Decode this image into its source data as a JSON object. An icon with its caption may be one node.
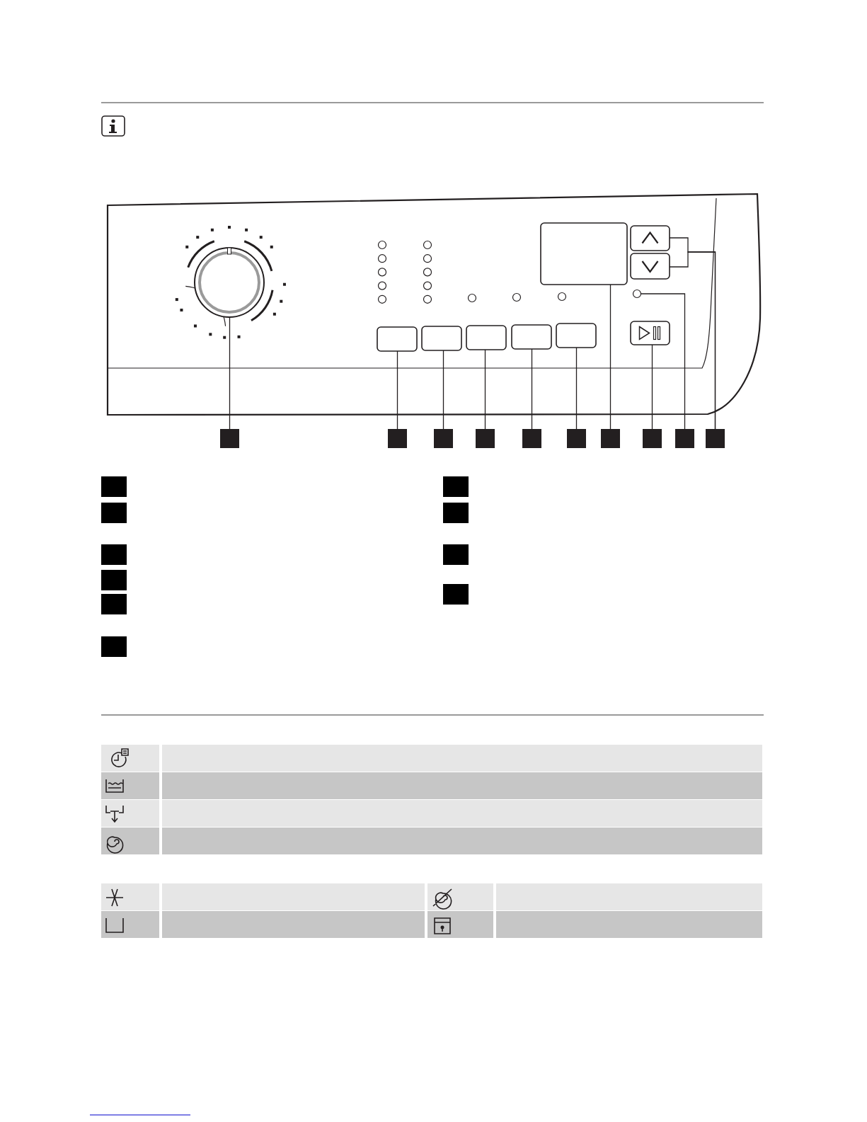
{
  "diagram": {
    "nodes": [
      {
        "text": [],
        "shape": "box"
      },
      {
        "text": [],
        "shape": "box"
      },
      {
        "text": [],
        "shape": "box"
      },
      {
        "text": [],
        "shape": "box"
      },
      {
        "text": [],
        "shape": "box"
      },
      {
        "text": [],
        "shape": "box"
      },
      {
        "text": [],
        "shape": "box"
      },
      {
        "text": [],
        "shape": "box"
      },
      {
        "text": [],
        "shape": "box"
      },
      {
        "text": [],
        "shape": "box"
      },
      {
        "text": [],
        "shape": "circle"
      },
      {
        "text": [],
        "shape": "box"
      },
      {
        "text": [],
        "shape": "box"
      },
      {
        "text": [],
        "shape": "box"
      },
      {
        "text": [],
        "shape": "box"
      },
      {
        "text": [],
        "shape": "box"
      },
      {
        "text": [],
        "shape": "box"
      },
      {
        "text": [],
        "shape": "box"
      },
      {
        "text": [],
        "shape": "circle"
      },
      {
        "text": [],
        "shape": "box"
      },
      {
        "text": [],
        "shape": "box"
      }
    ],
    "edges": [
      {
        "from": 0,
        "to": 10,
        "arrow": "none"
      },
      {
        "from": 1,
        "to": 11,
        "arrow": "none"
      },
      {
        "from": 2,
        "to": 12,
        "arrow": "none"
      },
      {
        "from": 3,
        "to": 13,
        "arrow": "none"
      },
      {
        "from": 4,
        "to": 14,
        "arrow": "none"
      },
      {
        "from": 5,
        "to": 15,
        "arrow": "none"
      },
      {
        "from": 6,
        "to": 16,
        "arrow": "none"
      },
      {
        "from": 7,
        "to": 17,
        "arrow": "none"
      },
      {
        "from": 8,
        "to": 18,
        "arrow": "none"
      },
      {
        "from": 9,
        "to": 19,
        "arrow": "none"
      },
      {
        "from": 9,
        "to": 20,
        "arrow": "none"
      }
    ]
  }
}
